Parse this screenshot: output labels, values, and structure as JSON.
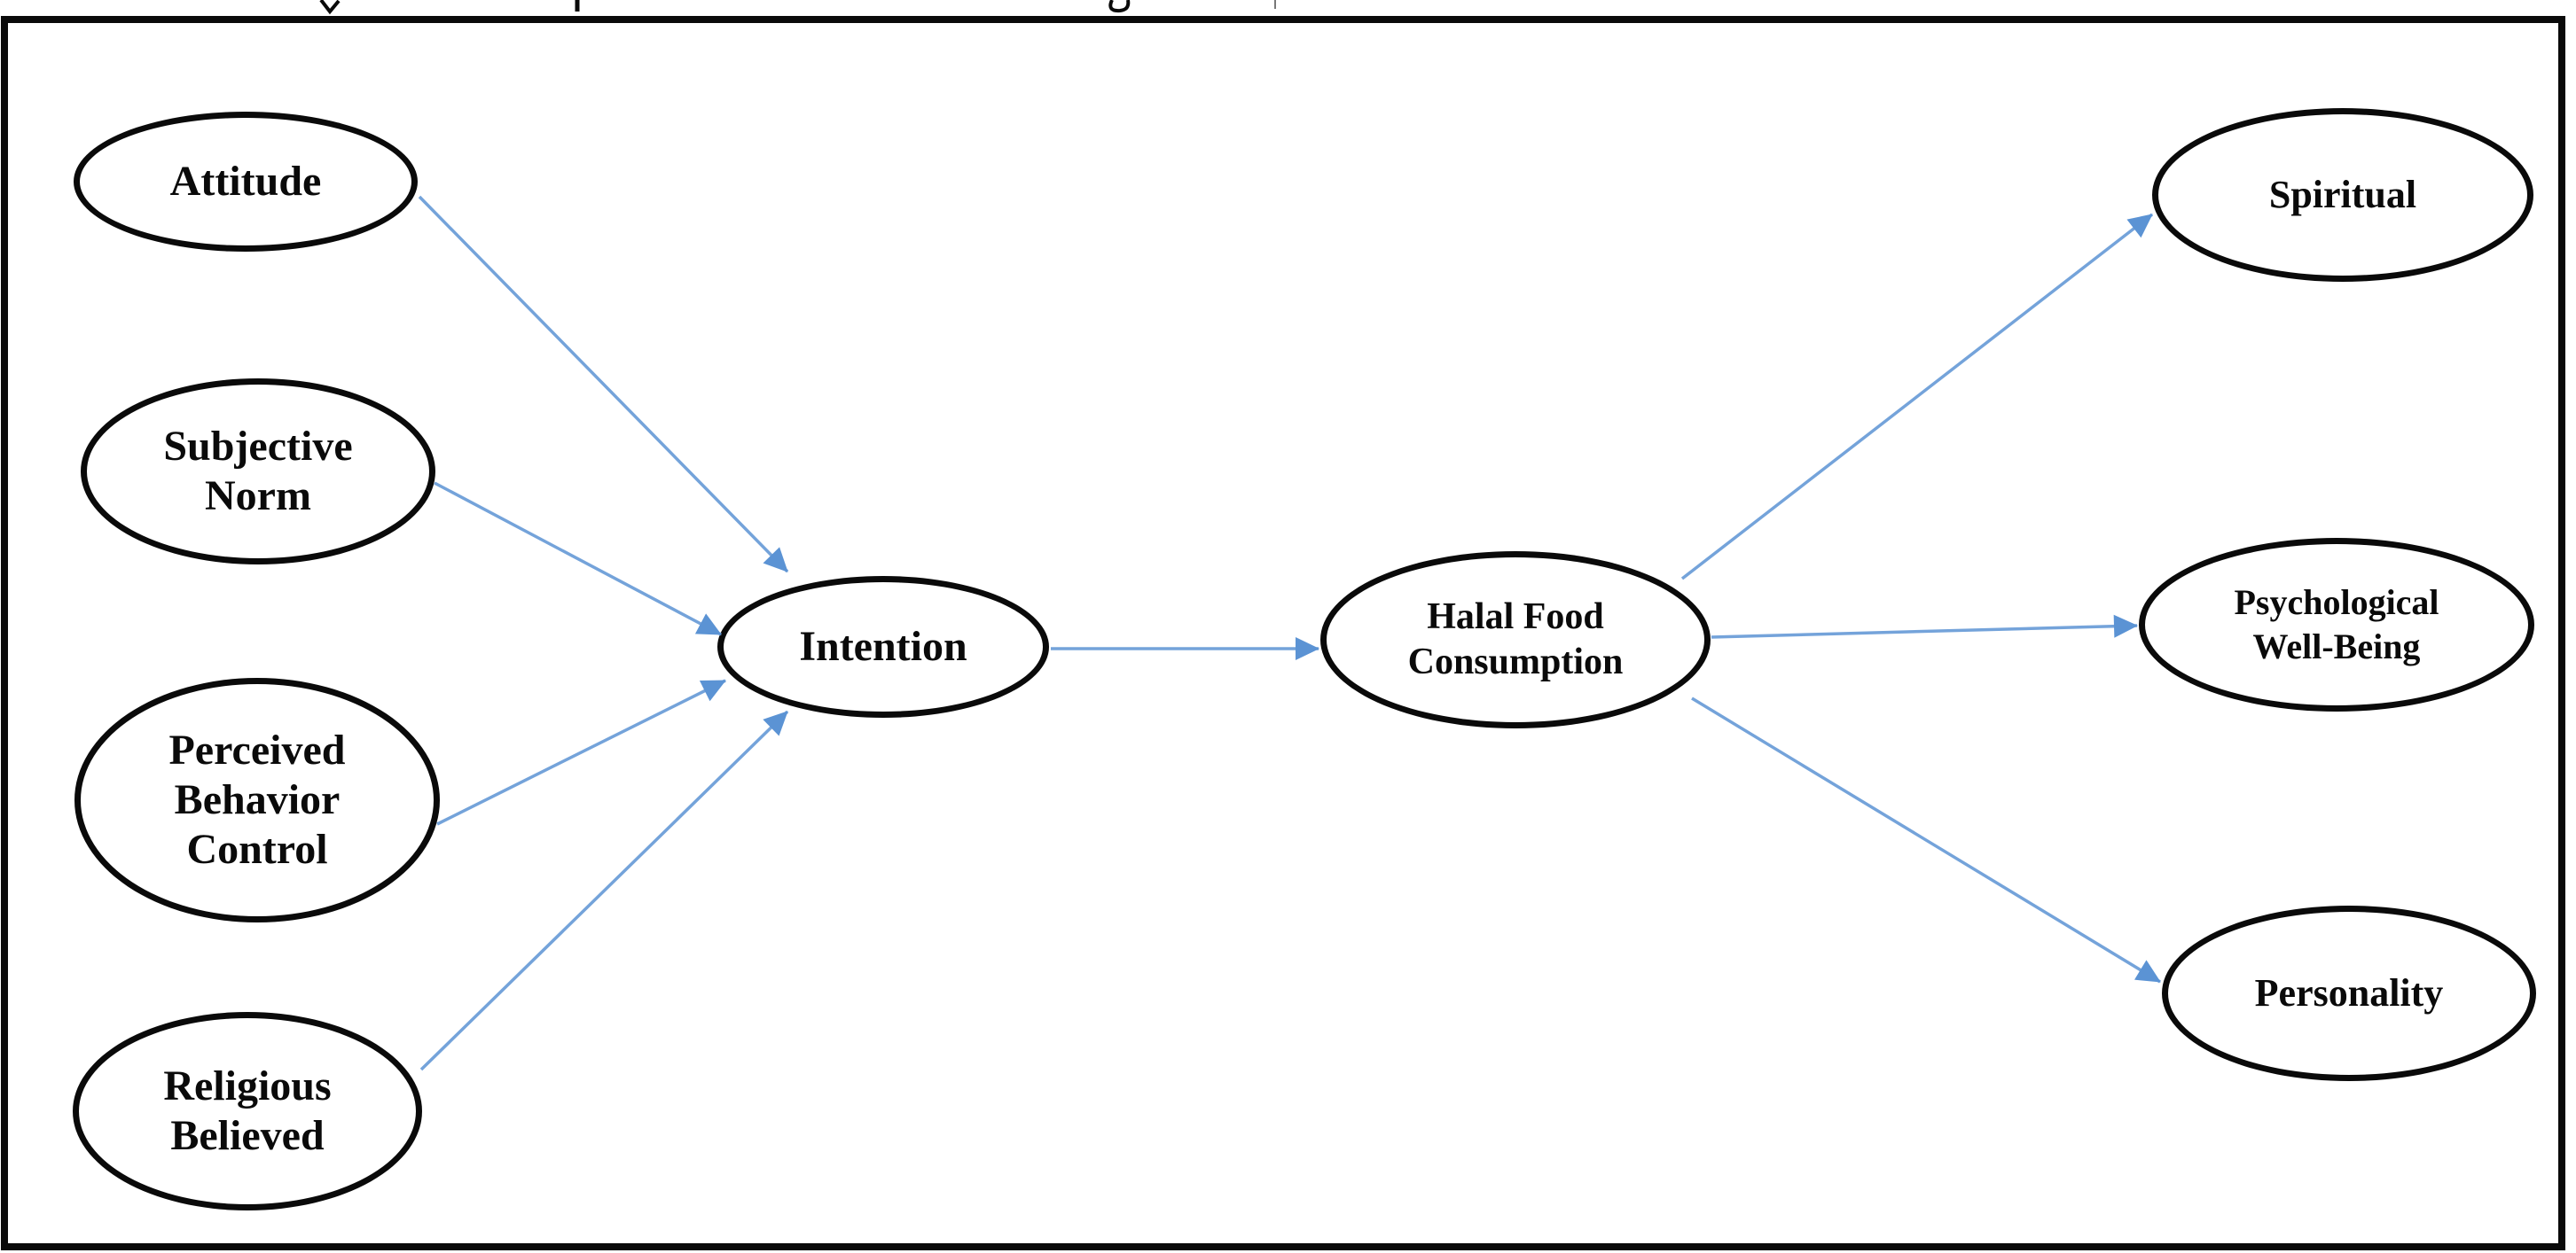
{
  "figure": {
    "type": "path-model-diagram",
    "nodes": [
      {
        "id": "attitude",
        "label": "Attitude",
        "lines": [
          "Attitude"
        ]
      },
      {
        "id": "subjective-norm",
        "label": "Subjective Norm",
        "lines": [
          "Subjective",
          "Norm"
        ]
      },
      {
        "id": "perceived-behavior-control",
        "label": "Perceived Behavior Control",
        "lines": [
          "Perceived",
          "Behavior",
          "Control"
        ]
      },
      {
        "id": "religious-believed",
        "label": "Religious Believed",
        "lines": [
          "Religious",
          "Believed"
        ]
      },
      {
        "id": "intention",
        "label": "Intention",
        "lines": [
          "Intention"
        ]
      },
      {
        "id": "halal-food-consumption",
        "label": "Halal Food Consumption",
        "lines": [
          "Halal Food",
          "Consumption"
        ]
      },
      {
        "id": "spiritual",
        "label": "Spiritual",
        "lines": [
          "Spiritual"
        ]
      },
      {
        "id": "psychological-well-being",
        "label": "Psychological Well-Being",
        "lines": [
          "Psychological",
          "Well-Being"
        ]
      },
      {
        "id": "personality",
        "label": "Personality",
        "lines": [
          "Personality"
        ]
      }
    ],
    "edges": [
      {
        "from": "attitude",
        "to": "intention"
      },
      {
        "from": "subjective-norm",
        "to": "intention"
      },
      {
        "from": "perceived-behavior-control",
        "to": "intention"
      },
      {
        "from": "religious-believed",
        "to": "intention"
      },
      {
        "from": "intention",
        "to": "halal-food-consumption"
      },
      {
        "from": "halal-food-consumption",
        "to": "spiritual"
      },
      {
        "from": "halal-food-consumption",
        "to": "psychological-well-being"
      },
      {
        "from": "halal-food-consumption",
        "to": "personality"
      }
    ],
    "colors": {
      "arrow_line": "#74a3da",
      "arrow_head": "#5b93d4",
      "node_outline": "#0a0a0a",
      "frame_border": "#0a0a0a",
      "label_text": "#0a0a0a",
      "background": "#ffffff"
    }
  }
}
